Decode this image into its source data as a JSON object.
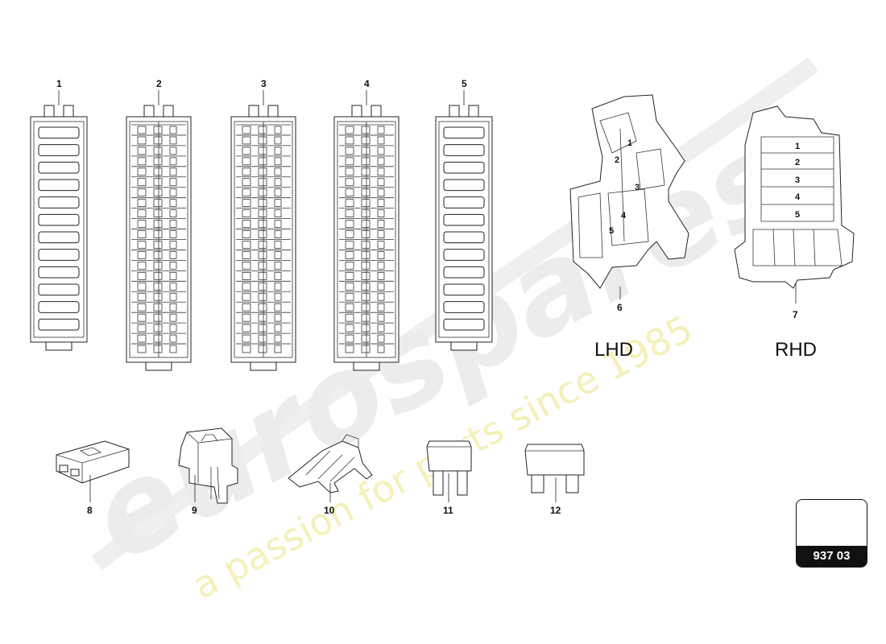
{
  "watermark": {
    "brand": "eurospares",
    "tagline": "a passion for parts since 1985"
  },
  "callouts": [
    "1",
    "2",
    "3",
    "4",
    "5",
    "6",
    "7",
    "8",
    "9",
    "10",
    "11",
    "12"
  ],
  "lhd_inset": {
    "label": "LHD",
    "numbers": [
      "1",
      "2",
      "3",
      "4",
      "5"
    ]
  },
  "rhd_inset": {
    "label": "RHD",
    "numbers": [
      "1",
      "2",
      "3",
      "4",
      "5"
    ]
  },
  "reference": {
    "code": "937 03"
  },
  "colors": {
    "line": "#222222",
    "watermark": "#e6e6e6",
    "watermark_accent": "#f4f0b8"
  }
}
